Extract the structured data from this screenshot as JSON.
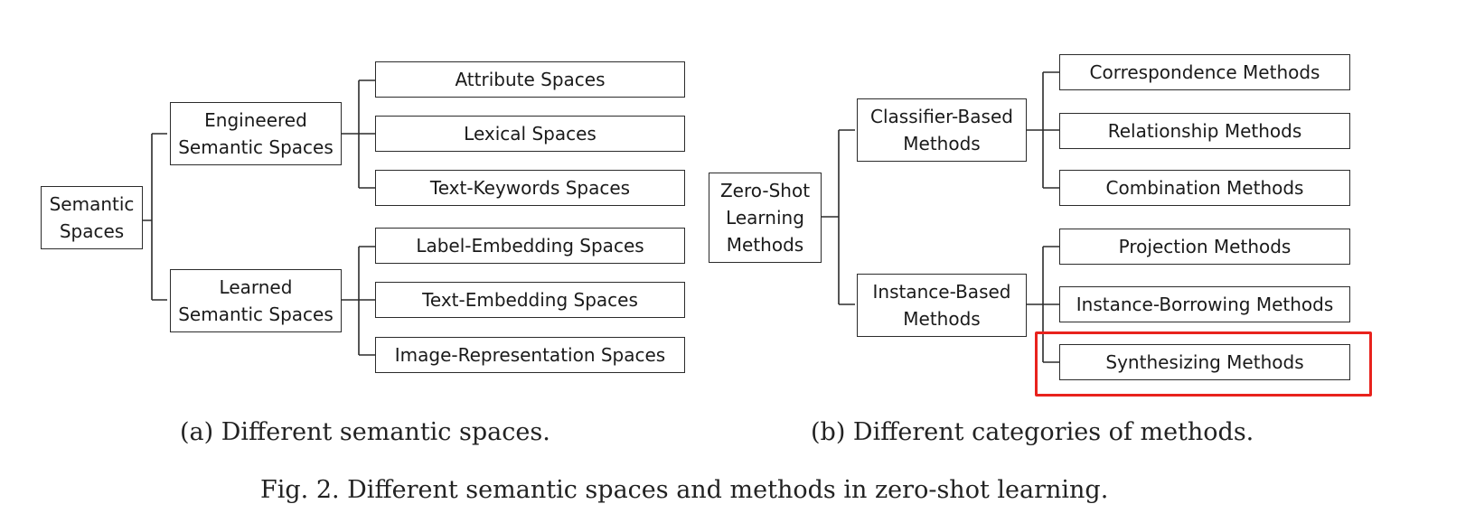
{
  "panel_a": {
    "root": "Semantic\nSpaces",
    "engineered": "Engineered\nSemantic Spaces",
    "learned": "Learned\nSemantic Spaces",
    "engineered_leaves": [
      "Attribute Spaces",
      "Lexical Spaces",
      "Text-Keywords Spaces"
    ],
    "learned_leaves": [
      "Label-Embedding Spaces",
      "Text-Embedding Spaces",
      "Image-Representation Spaces"
    ],
    "caption": "(a) Different semantic spaces."
  },
  "panel_b": {
    "root": "Zero-Shot\nLearning\nMethods",
    "classifier": "Classifier-Based\nMethods",
    "instance": "Instance-Based\nMethods",
    "classifier_leaves": [
      "Correspondence Methods",
      "Relationship Methods",
      "Combination Methods"
    ],
    "instance_leaves": [
      "Projection Methods",
      "Instance-Borrowing Methods",
      "Synthesizing Methods"
    ],
    "caption": "(b) Different categories of methods.",
    "highlight_color": "#e8221d"
  },
  "figure_caption": "Fig. 2.  Different semantic spaces and methods in zero-shot learning."
}
